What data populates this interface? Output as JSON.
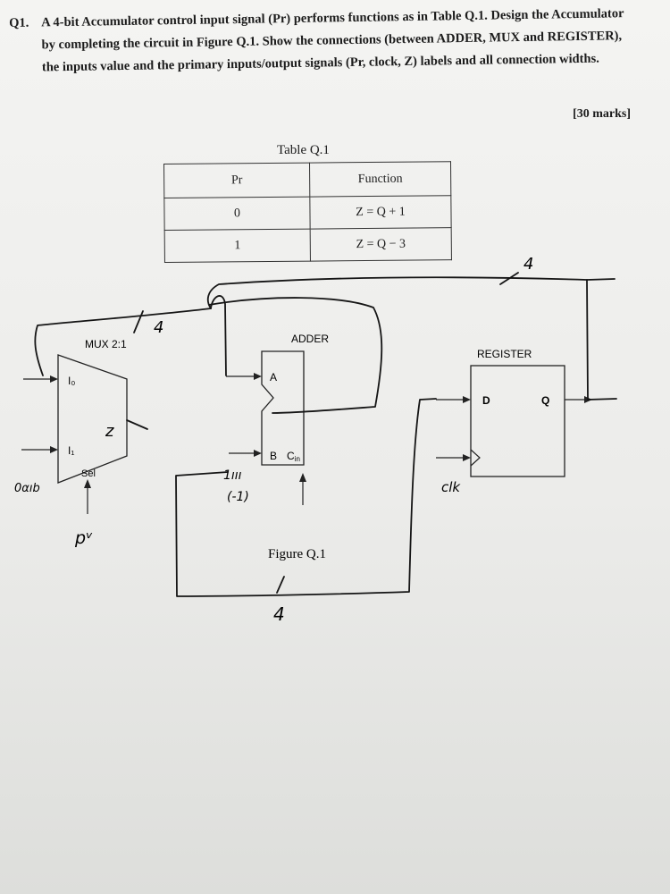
{
  "question": {
    "number": "Q1.",
    "text": "A 4-bit Accumulator control input signal (Pr) performs functions as in Table Q.1. Design the Accumulator by completing the circuit in Figure Q.1. Show the connections (between ADDER, MUX and REGISTER), the inputs value and the primary inputs/output signals (Pr, clock, Z) labels and all connection widths.",
    "marks": "[30 marks]"
  },
  "table": {
    "caption": "Table Q.1",
    "headers": [
      "Pr",
      "Function"
    ],
    "rows": [
      [
        "0",
        "Z = Q + 1"
      ],
      [
        "1",
        "Z = Q − 3"
      ]
    ]
  },
  "figure": {
    "caption": "Figure Q.1",
    "mux": {
      "title": "MUX 2:1",
      "in0": "I₀",
      "in1": "I₁",
      "sel": "Sel"
    },
    "adder": {
      "title": "ADDER",
      "a": "A",
      "b": "B",
      "cin": "C",
      "cin_sub": "in"
    },
    "register": {
      "title": "REGISTER",
      "d": "D",
      "q": "Q"
    },
    "handwritten": {
      "width_top_mux": "4",
      "width_right": "4",
      "width_bottom": "4",
      "z_output": "z",
      "pr_input": "pᵛ",
      "b_value_bin": "1ııı",
      "b_value_dec": "(-1)",
      "left_value": "0αıb",
      "clock": "clk"
    }
  }
}
